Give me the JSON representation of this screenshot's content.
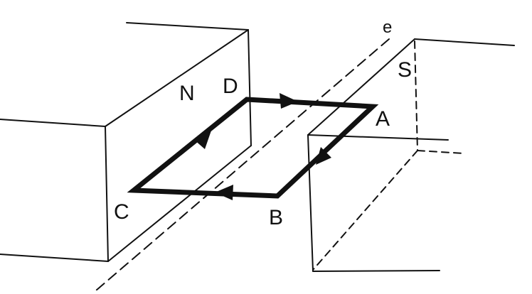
{
  "labels": {
    "north": "N",
    "south": "S",
    "axis": "e",
    "vertex_a": "A",
    "vertex_b": "B",
    "vertex_c": "C",
    "vertex_d": "D"
  },
  "colors": {
    "background": "#ffffff",
    "ink": "#111111"
  }
}
